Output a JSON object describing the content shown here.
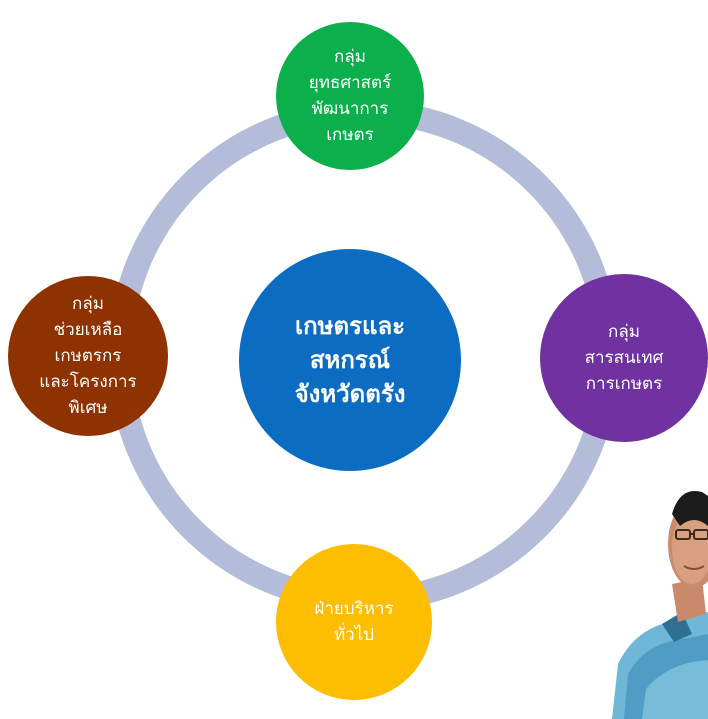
{
  "diagram": {
    "center": {
      "lines": [
        "เกษตรและ",
        "สหกรณ์",
        "จังหวัดตรัง"
      ],
      "color": "#0b6cc2"
    },
    "nodes": {
      "top": {
        "lines": [
          "กลุ่ม",
          "ยุทธศาสตร์",
          "พัฒนาการ",
          "เกษตร"
        ],
        "color": "#0bb04c"
      },
      "right": {
        "lines": [
          "กลุ่ม",
          "สารสนเทศ",
          "การเกษตร"
        ],
        "color": "#7032a0"
      },
      "bottom": {
        "lines": [
          "ฝ่ายบริหาร",
          "ทั่วไป"
        ],
        "color": "#fdbd00"
      },
      "left": {
        "lines": [
          "กลุ่ม",
          "ช่วยเหลือ",
          "เกษตรกร",
          "และโครงการ",
          "พิเศษ"
        ],
        "color": "#8e3200"
      }
    },
    "ring_color": "#b3bcd8"
  }
}
